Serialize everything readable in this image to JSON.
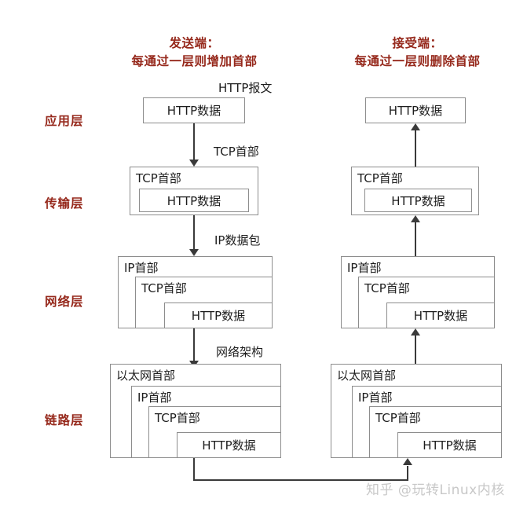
{
  "diagram": {
    "title_sender": {
      "line1": "发送端：",
      "line2": "每通过一层则增加首部"
    },
    "title_receiver": {
      "line1": "接受端：",
      "line2": "每通过一层则删除首部"
    },
    "accent_color": "#96291c",
    "box_border_color": "#8d8d8d",
    "connector_color": "#3a3a3a",
    "watermark": "知乎 @玩转Linux内核"
  },
  "layers": [
    {
      "name": "应用层"
    },
    {
      "name": "传输层"
    },
    {
      "name": "网络层"
    },
    {
      "name": "链路层"
    }
  ],
  "captions": [
    {
      "text": "HTTP报文"
    },
    {
      "text": "TCP首部"
    },
    {
      "text": "IP数据包"
    },
    {
      "text": "网络架构"
    }
  ],
  "labels": {
    "http_data": "HTTP数据",
    "tcp_header": "TCP首部",
    "ip_header": "IP首部",
    "ethernet_header": "以太网首部"
  },
  "sender": {
    "application": {
      "boxes": [
        "HTTP数据"
      ]
    },
    "transport": {
      "boxes": [
        "TCP首部",
        "HTTP数据"
      ]
    },
    "network": {
      "boxes": [
        "IP首部",
        "TCP首部",
        "HTTP数据"
      ]
    },
    "link": {
      "boxes": [
        "以太网首部",
        "IP首部",
        "TCP首部",
        "HTTP数据"
      ]
    }
  },
  "receiver": {
    "application": {
      "boxes": [
        "HTTP数据"
      ]
    },
    "transport": {
      "boxes": [
        "TCP首部",
        "HTTP数据"
      ]
    },
    "network": {
      "boxes": [
        "IP首部",
        "TCP首部",
        "HTTP数据"
      ]
    },
    "link": {
      "boxes": [
        "以太网首部",
        "IP首部",
        "TCP首部",
        "HTTP数据"
      ]
    }
  },
  "flow": {
    "sender_direction": "down",
    "receiver_direction": "up",
    "transmission": "链路层 发送端 → 接受端"
  }
}
